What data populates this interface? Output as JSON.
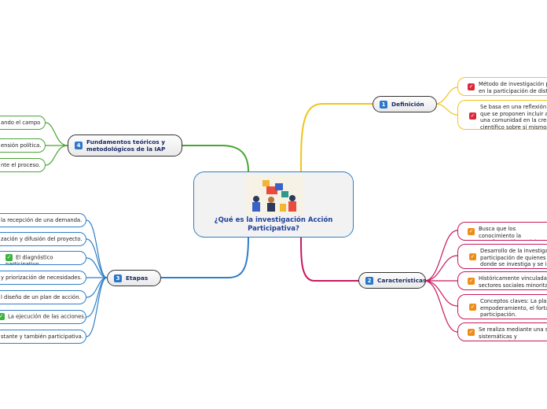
{
  "center": {
    "title": "¿Qué es la investigación Acción Participativa?"
  },
  "topics": {
    "definicion": {
      "number": "1",
      "label": "Definición",
      "items": [
        "Método de investigación ps en la participación de disti",
        "Se basa en una reflexión y que se proponen incluir a una comunidad en la crea científico sobre sí mismos."
      ]
    },
    "caracteristicas": {
      "number": "2",
      "label": "Características",
      "items": [
        "Busca que los conocimiento la transformación social.",
        "Desarrollo de la investigac participación de quienes c donde se investiga y se in",
        "Históricamente vinculada a sectores sociales minoritar",
        "Conceptos claves: La plani empoderamiento, el fortal participación.",
        "Se realiza mediante una se sistemáticas y consensuada"
      ]
    },
    "etapas": {
      "number": "3",
      "label": "Etapas",
      "items": [
        "la recepción de una demanda.",
        "zación y difusión del proyecto.",
        "El diagnóstico participativo",
        "y priorización de necesidades.",
        "l diseño de un plan de acción.",
        "La ejecución de las acciones.",
        "stante y también participativa."
      ]
    },
    "fundamentos": {
      "number": "4",
      "label": "Fundamentos teóricos y metodológicos de la IAP",
      "items": [
        "ando el campo",
        "ensión política.",
        "nte el proceso."
      ]
    }
  },
  "colors": {
    "definicion": "#f1c41a",
    "caracteristicas": "#c9185c",
    "etapas": "#2f7fc7",
    "fundamentos": "#4aa535"
  }
}
